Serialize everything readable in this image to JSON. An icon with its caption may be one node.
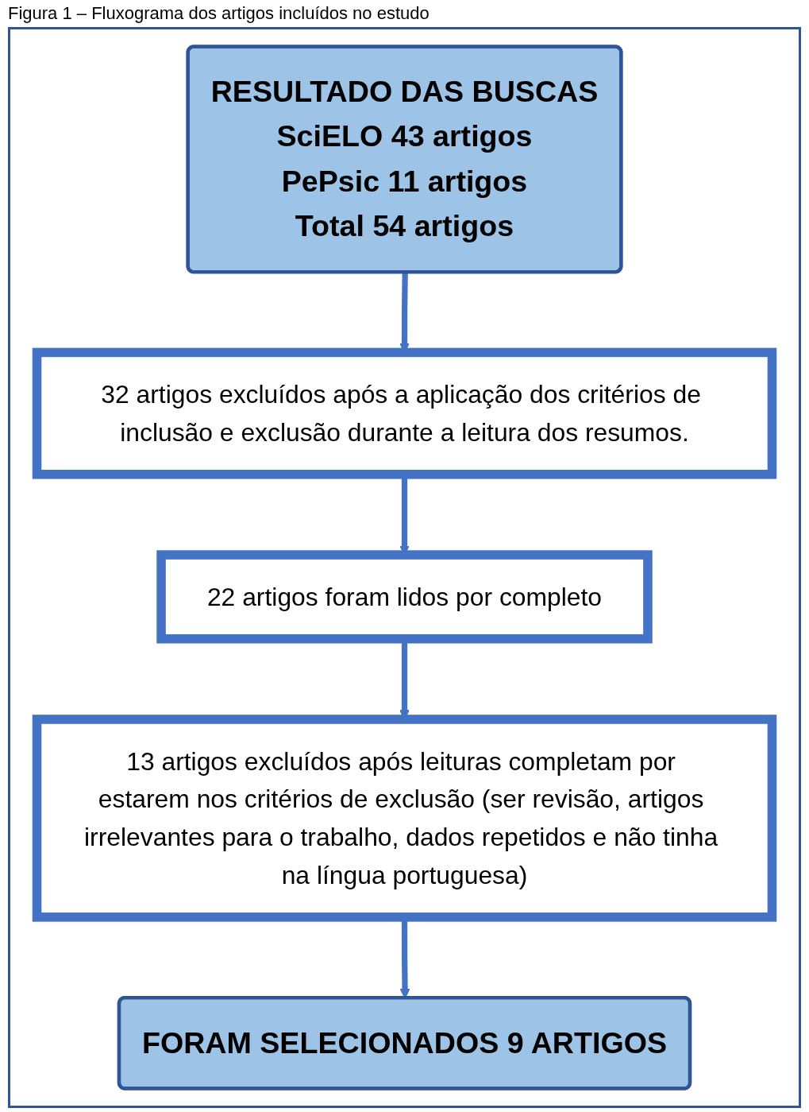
{
  "diagram": {
    "title": "Figura 1 – Fluxograma dos artigos incluídos no estudo",
    "nodes": [
      {
        "text": [
          "RESULTADO DAS BUSCAS",
          "SciELO 43 artigos",
          "PePsic 11 artigos",
          "Total 54 artigos"
        ]
      },
      {
        "text": [
          "32 artigos excluídos após a aplicação dos critérios de inclusão e exclusão durante a leitura dos resumos."
        ]
      },
      {
        "text": [
          "22 artigos foram lidos por completo"
        ]
      },
      {
        "text": [
          "13 artigos excluídos após leituras completam por estarem nos critérios de exclusão (ser revisão, artigos irrelevantes para o trabalho, dados repetidos e não tinha na língua portuguesa)"
        ]
      },
      {
        "text": [
          "FORAM SELECIONADOS 9 ARTIGOS"
        ]
      }
    ],
    "edges": [
      {
        "from": 0,
        "to": 1,
        "arrow": "to"
      },
      {
        "from": 1,
        "to": 2,
        "arrow": "to"
      },
      {
        "from": 2,
        "to": 3,
        "arrow": "to"
      },
      {
        "from": 3,
        "to": 4,
        "arrow": "to"
      }
    ]
  }
}
